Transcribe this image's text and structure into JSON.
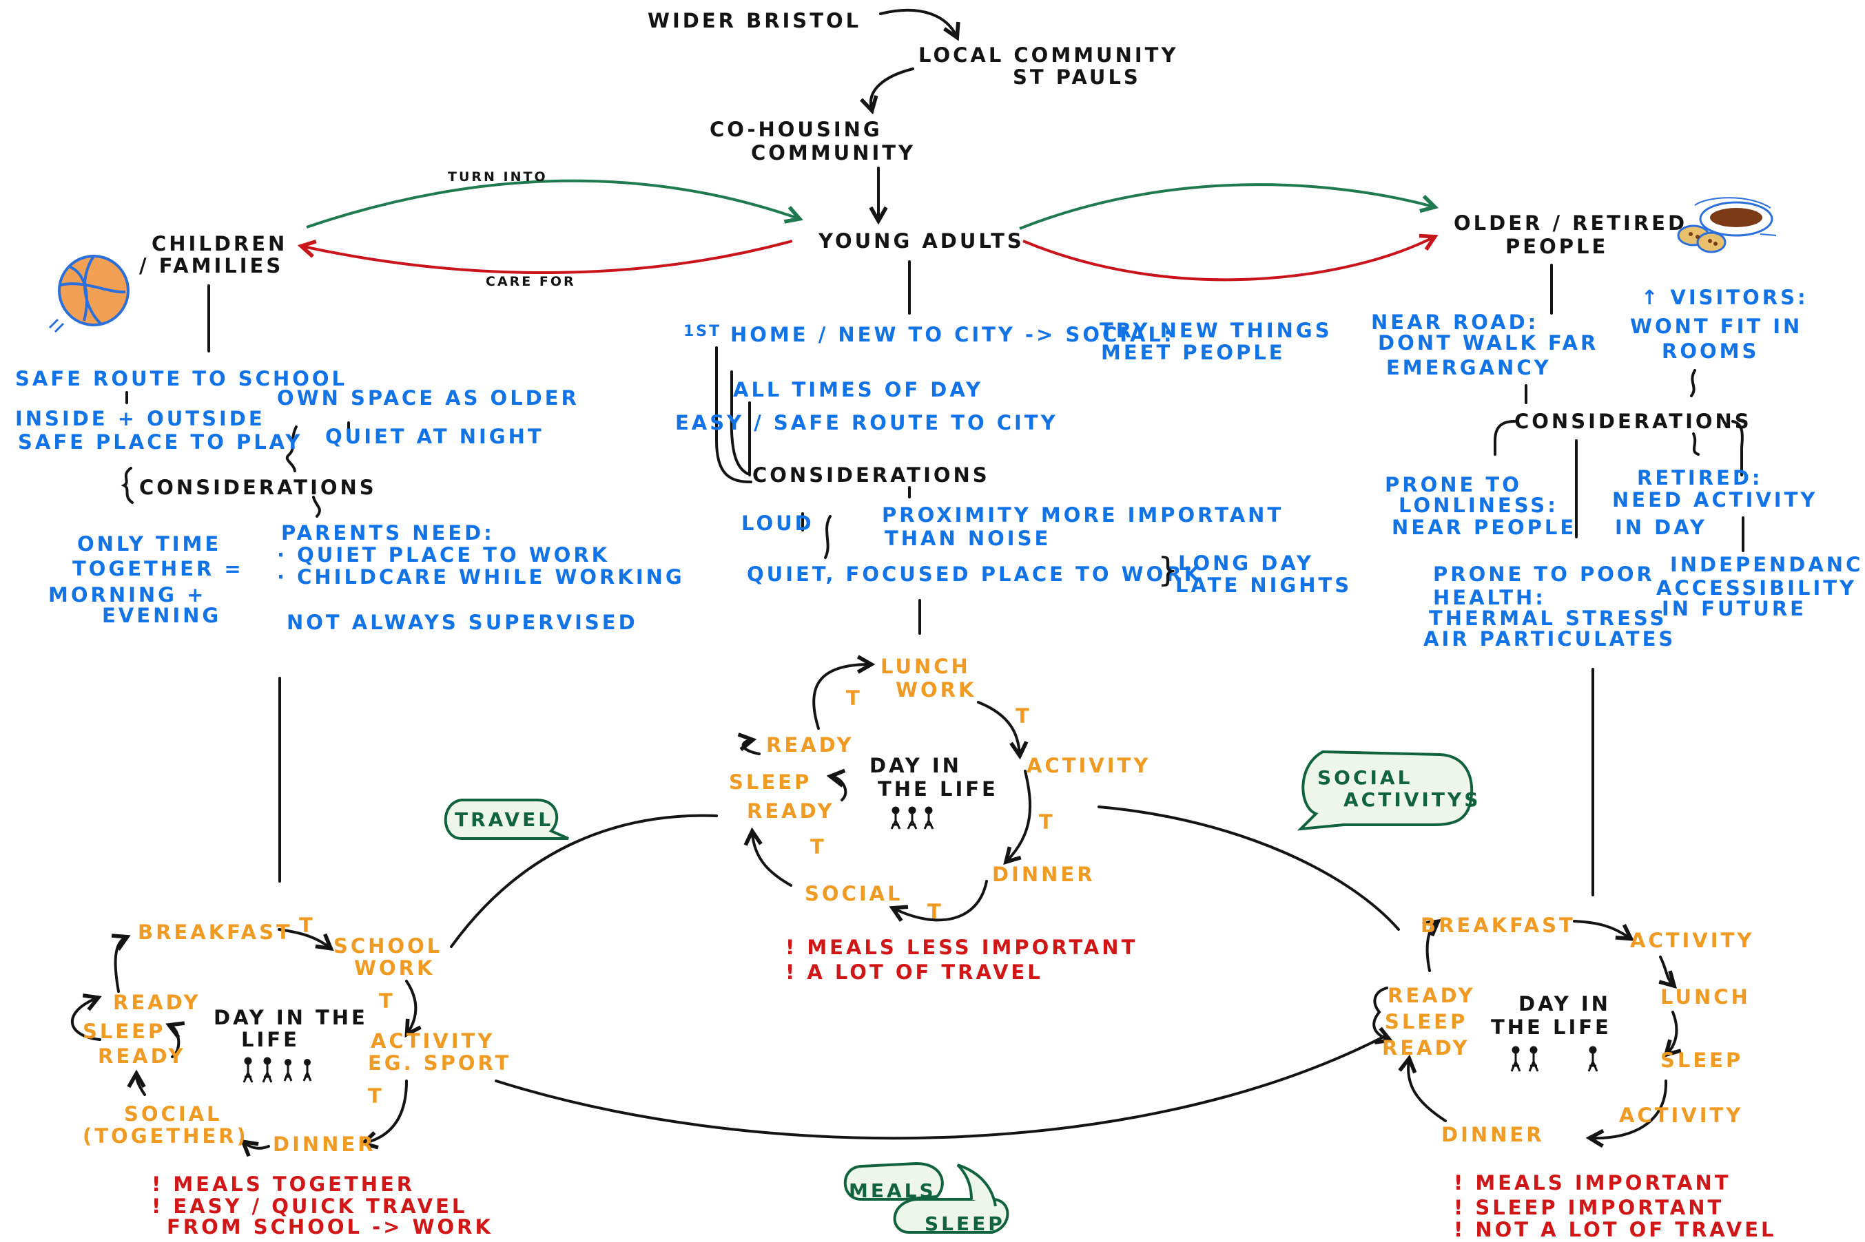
{
  "hierarchy": {
    "wider": "WIDER BRISTOL",
    "local_1": "LOCAL COMMUNITY",
    "local_2": "ST PAULS",
    "cohousing_1": "CO-HOUSING",
    "cohousing_2": "COMMUNITY"
  },
  "groups": {
    "children_1": "CHILDREN",
    "children_2": "/ FAMILIES",
    "young": "YOUNG ADULTS",
    "older_1": "OLDER / RETIRED",
    "older_2": "PEOPLE",
    "turn_into": "TURN INTO",
    "care_for": "CARE FOR"
  },
  "children": {
    "safe_route": "SAFE ROUTE TO SCHOOL",
    "inside_outside": "INSIDE + OUTSIDE",
    "safe_place": "SAFE PLACE TO PLAY",
    "own_space": "OWN SPACE AS OLDER",
    "quiet_night": "QUIET AT NIGHT",
    "considerations": "CONSIDERATIONS",
    "only_time_1": "ONLY TIME",
    "only_time_2": "TOGETHER =",
    "only_time_3": "MORNING +",
    "only_time_4": "EVENING",
    "parents_1": "PARENTS NEED:",
    "parents_2": "· QUIET PLACE TO WORK",
    "parents_3": "· CHILDCARE WHILE WORKING",
    "not_supervised": "NOT AlWAYS SUPERVISED"
  },
  "young": {
    "first_home": "HOME / NEW TO CITY -> SOCIAL:",
    "superscript": "1ST",
    "try_new": "TRY NEW THINGS",
    "meet_people": "MEET PEOPLE",
    "all_times": "ALL TIMES OF DAY",
    "easy_route": "EASY / SAFE ROUTE TO CITY",
    "considerations": "CONSIDERATIONS",
    "loud": "LOUD",
    "proximity_1": "PROXIMITY MORE IMPORTANT",
    "proximity_2": "THAN NOISE",
    "quiet_work": "QUIET, FOCUSED PLACE TO WORK",
    "long_day": "LONG DAY",
    "late_nights": "LATE NIGHTS"
  },
  "older": {
    "near_road_1": "NEAR ROAD:",
    "near_road_2": "DONT WALK FAR",
    "near_road_3": "EMERGANCY",
    "visitors_1": "↑ VISITORS:",
    "visitors_2": "WONT FIT IN",
    "visitors_3": "ROOMS",
    "considerations": "CONSIDERATIONS",
    "prone_1": "PRONE TO",
    "prone_2": "LONLINESS:",
    "prone_3": "NEAR PEOPLE",
    "retired_1": "RETIRED:",
    "retired_2": "NEED ACTIVITY",
    "retired_3": "IN DAY",
    "health_1": "PRONE TO POOR",
    "health_2": "HEALTH:",
    "health_3": "THERMAL STRESS",
    "health_4": "AIR PARTICULATES",
    "indep_1": "INDEPENDANCE",
    "indep_2": "ACCESSIBILITY",
    "indep_3": "IN FUTURE"
  },
  "cycle_young": {
    "lunch": "LUNCH",
    "work": "WORK",
    "activity": "ACTIVITY",
    "dinner": "DINNER",
    "social": "SOCIAL",
    "ready_top": "READY",
    "sleep": "SLEEP",
    "ready_bottom": "READY",
    "title_1": "DAY IN",
    "title_2": "THE LIFE",
    "t": "T",
    "note_1": "! MEALS LESS IMPORTANT",
    "note_2": "! A LOT OF TRAVEL"
  },
  "cycle_children": {
    "breakfast": "BREAKFAST",
    "school": "SCHOOL",
    "work": "WORK",
    "activity": "ACTIVITY",
    "eg_sport": "EG. SPORT",
    "dinner": "DINNER",
    "social": "SOCIAL",
    "together": "(TOGETHER)",
    "ready_top": "READY",
    "sleep": "SLEEP",
    "ready_bottom": "READY",
    "title_1": "DAY IN THE",
    "title_2": "LIFE",
    "t": "T",
    "note_1": "! MEALS TOGETHER",
    "note_2": "! EASY / QUICK TRAVEL",
    "note_3": "FROM SCHOOL -> WORK"
  },
  "cycle_older": {
    "breakfast": "BREAKFAST",
    "activity_1": "ACTIVITY",
    "lunch": "LUNCH",
    "sleep_right": "SLEEP",
    "activity_2": "ACTIVITY",
    "dinner": "DINNER",
    "ready_top": "READY",
    "sleep": "SLEEP",
    "ready_bottom": "READY",
    "title_1": "DAY IN",
    "title_2": "THE LIFE",
    "note_1": "! MEALS IMPORTANT",
    "note_2": "! SLEEP IMPORTANT",
    "note_3": "! NOT A LOT OF TRAVEL"
  },
  "bubbles": {
    "travel": "TRAVEL",
    "social_1": "SOCIAL",
    "social_2": "ACTIVITYS",
    "meals": "MEALS",
    "sleep": "SLEEP"
  },
  "icons": [
    "basketball-icon",
    "tea-cup-icon",
    "people-icon"
  ],
  "colors": {
    "ink": "#141414",
    "blue": "#1273e6",
    "orange": "#ef9a22",
    "red": "#d01616",
    "green": "#11633d",
    "bubble_fill": "#eef6ea"
  }
}
